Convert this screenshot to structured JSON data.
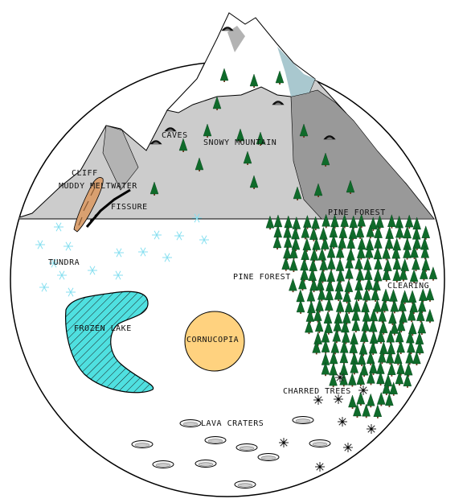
{
  "map": {
    "labels": {
      "caves": "CAVES",
      "snowy_mountain": "SNOWY MOUNTAIN",
      "cliff": "CLIFF",
      "muddy_meltwater": "MUDDY MELTWATER",
      "fissure": "FISSURE",
      "pine_forest_upper": "PINE FOREST",
      "pine_forest_lower": "PINE FOREST",
      "tundra": "TUNDRA",
      "clearing": "CLEARING",
      "frozen_lake": "FROZEN LAKE",
      "cornucopia": "CORNUCOPIA",
      "charred_trees": "CHARRED TREES",
      "lava_craters": "LAVA CRATERS"
    },
    "colors": {
      "outline": "#000000",
      "snow": "#ffffff",
      "rock_light": "#cccccc",
      "rock_mid": "#b3b3b3",
      "rock_dark": "#999999",
      "ice_blue": "#a9c8cf",
      "lake": "#4fe0e0",
      "cornucopia": "#ffd27f",
      "pine": "#0f6b2a",
      "trunk": "#6b3a1e",
      "snowflake": "#87dff0",
      "mud": "#d9a070"
    },
    "icons": {
      "tree": "pine-tree-icon",
      "snowflake": "snowflake-icon",
      "cave": "cave-icon",
      "crater": "lava-crater-icon",
      "charred": "charred-tree-icon"
    }
  }
}
